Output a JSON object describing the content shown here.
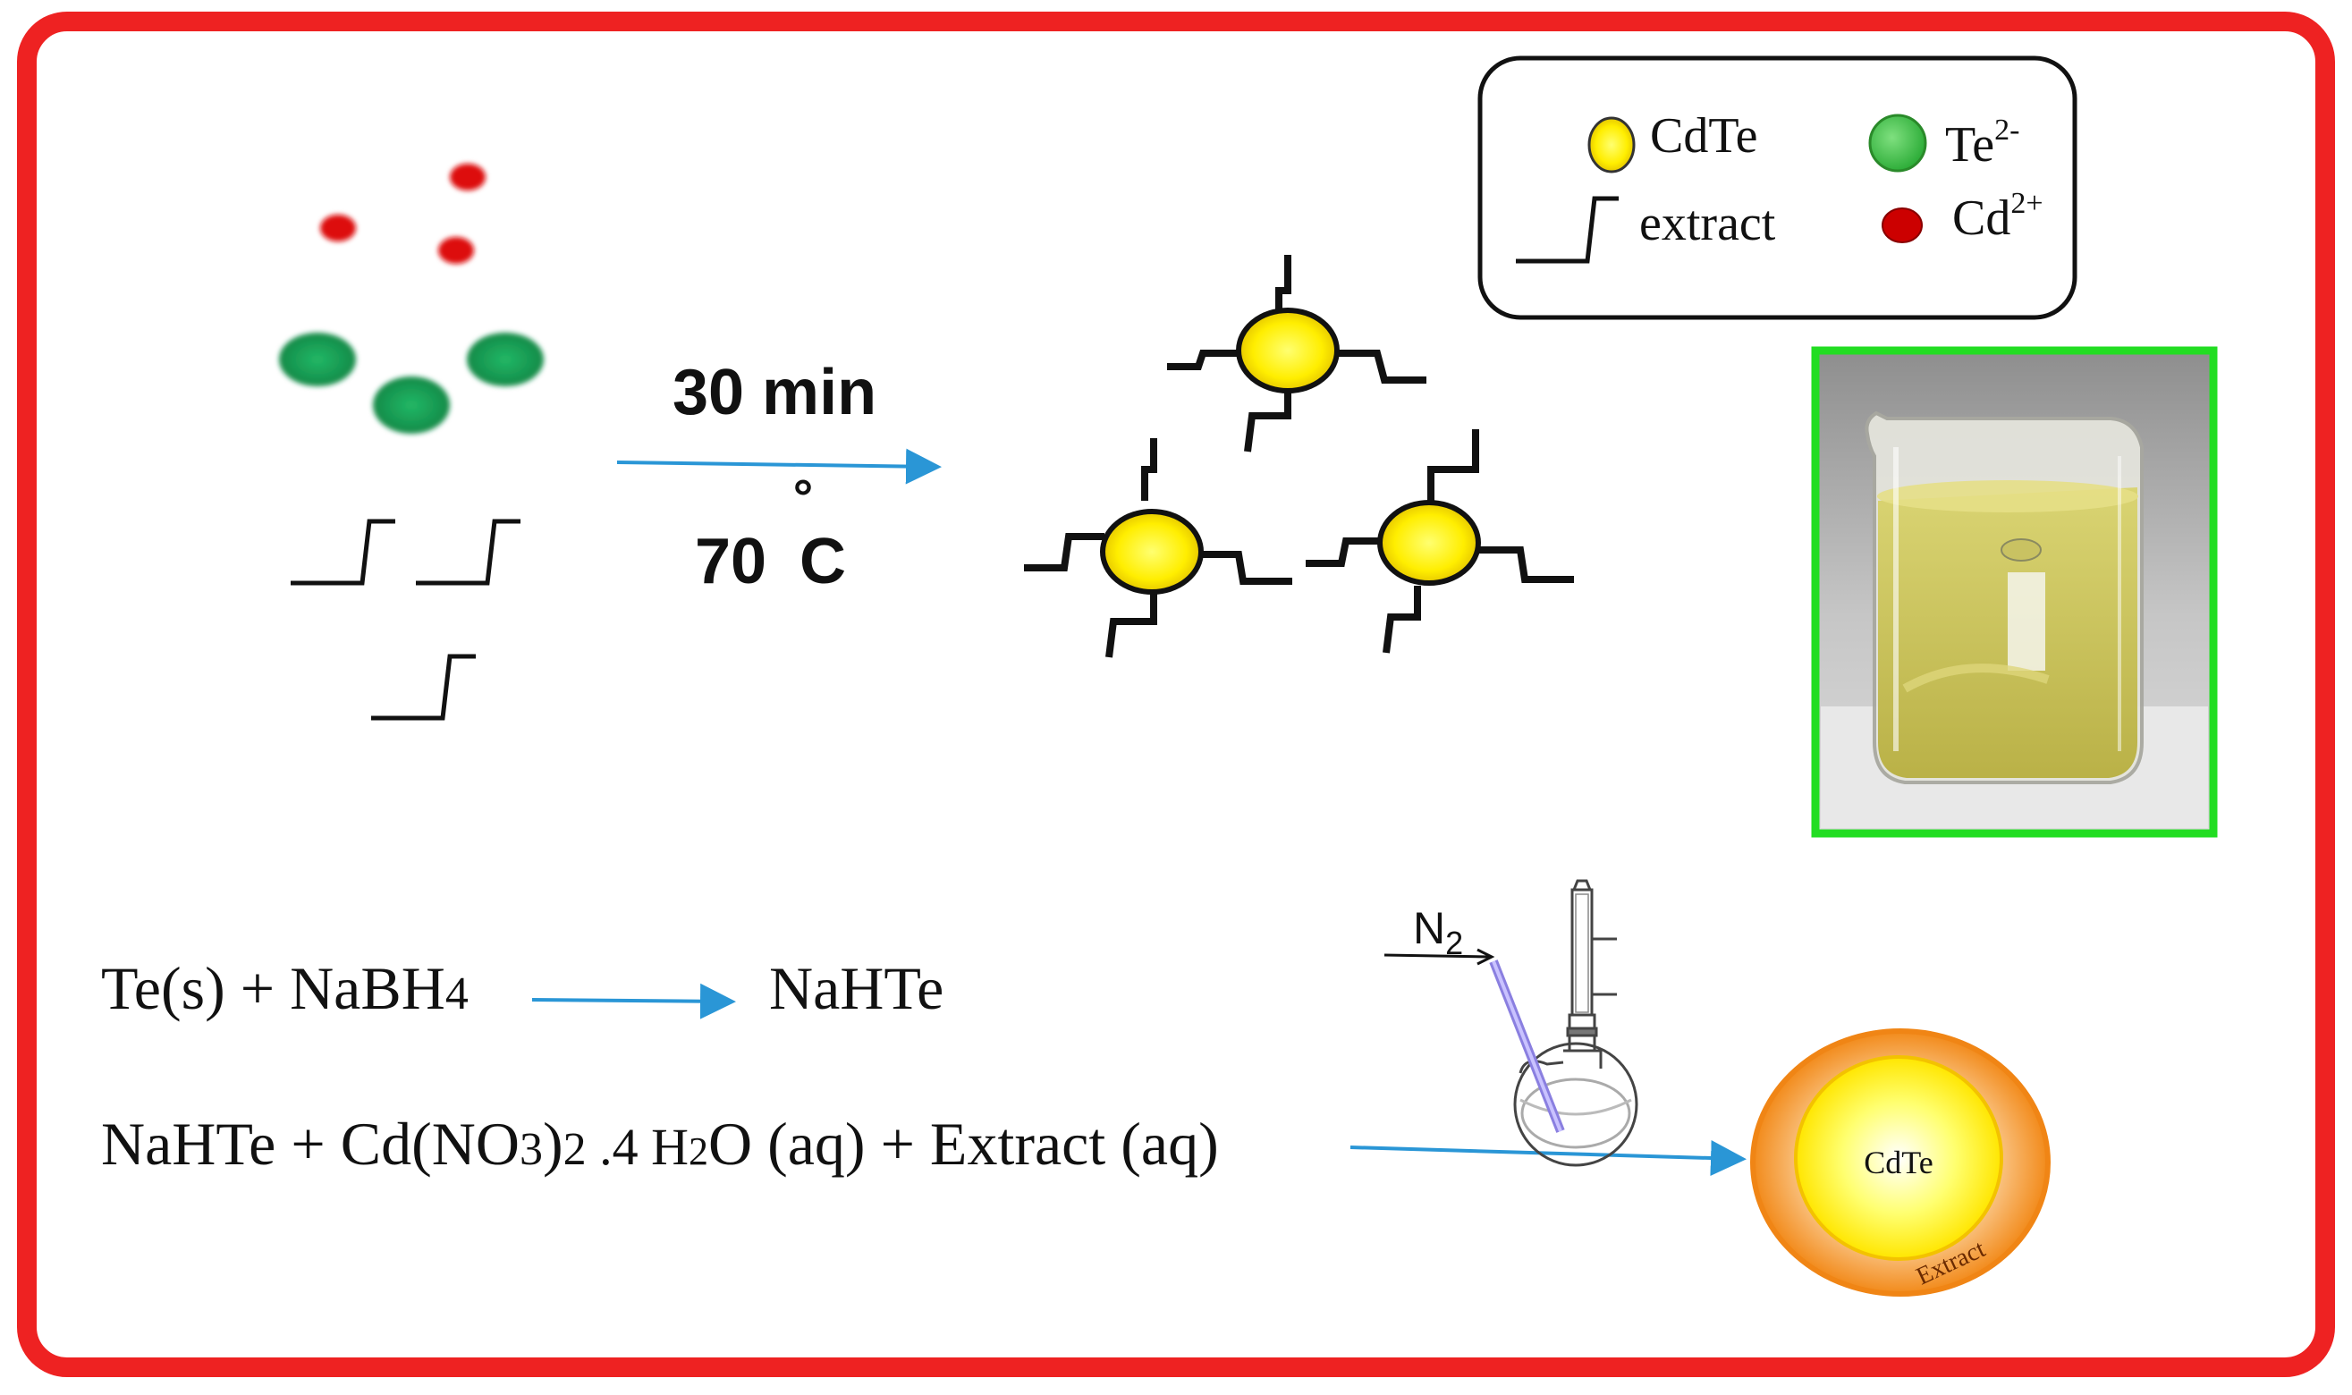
{
  "reaction": {
    "time": "30 min",
    "temp_value": "70",
    "temp_degree": "°",
    "temp_unit": "C"
  },
  "legend": {
    "cdte": "CdTe",
    "te_base": "Te",
    "te_sup": "2-",
    "extract": "extract",
    "cd_base": "Cd",
    "cd_sup": "2+"
  },
  "equations": {
    "eq1": {
      "lhs_a": "Te(s) + NaBH",
      "lhs_sub": "4",
      "product": "NaHTe"
    },
    "eq2": {
      "p1": "NaHTe + Cd(NO",
      "sub1": "3",
      "p2": ")",
      "sub2": "2",
      "p3": " .4 ",
      "p4": "H",
      "sub3": "2",
      "p5": "O (aq) + Extract (aq)"
    }
  },
  "apparatus": {
    "gas_base": "N",
    "gas_sub": "2"
  },
  "particle": {
    "core_label": "CdTe",
    "shell_label": "Extract"
  },
  "colors": {
    "frame": "#ee2222",
    "cd_ion": "#dd1111",
    "te_ion": "#1a9e55",
    "cdte": "#ffee00",
    "arrow": "#2a96d6",
    "photo_border": "#22dd22",
    "shell": "#f5921e"
  }
}
